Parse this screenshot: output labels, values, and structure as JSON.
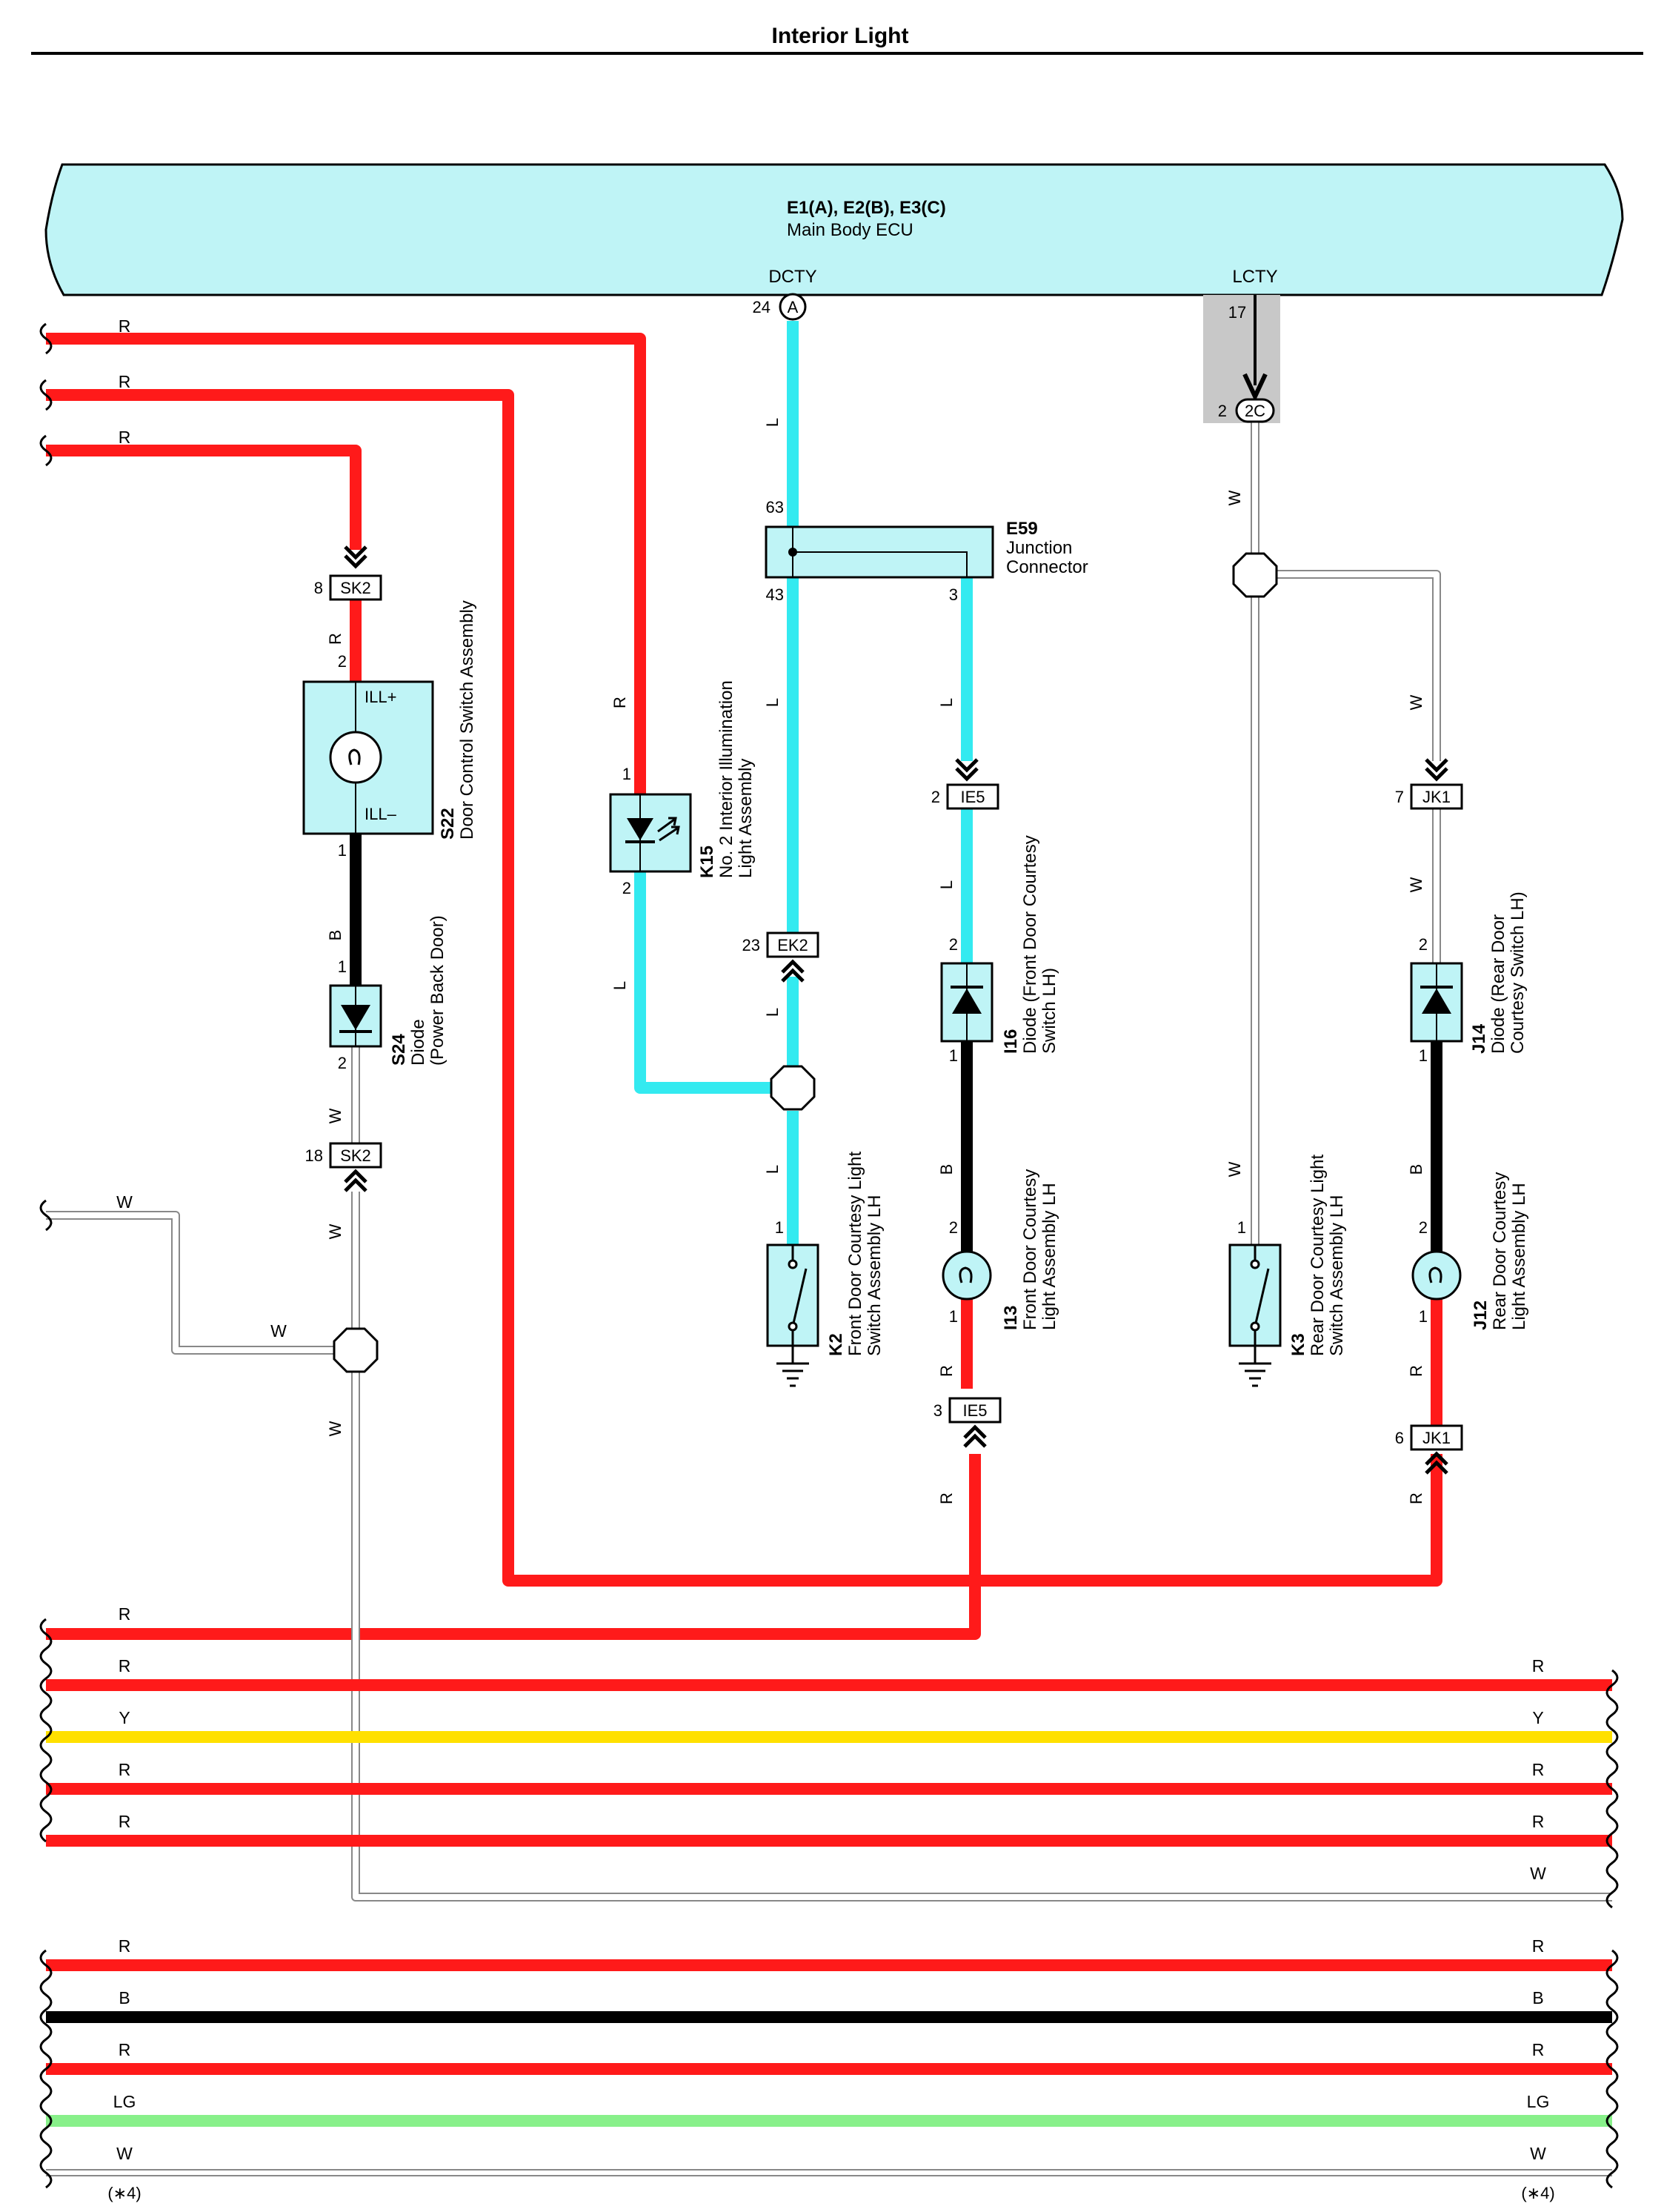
{
  "title": "Interior Light",
  "colors": {
    "red": "#ff1a1a",
    "cyan": "#33eaf0",
    "black": "#000000",
    "white_wire": "#ffffff",
    "yellow": "#ffe000",
    "light_green": "#88f08a",
    "component_fill": "#bff4f6",
    "connector_shade": "#c8c8c8"
  },
  "ecu": {
    "code": "E1(A), E2(B), E3(C)",
    "name": "Main Body ECU",
    "terminal_dcty": "DCTY",
    "terminal_lcty": "LCTY"
  },
  "terminals": {
    "dcty_pin": "24",
    "dcty_conn": "A",
    "lcty_pin": "17",
    "lcty_conn_pin": "2",
    "lcty_conn": "2C"
  },
  "junction": {
    "code": "E59",
    "l1": "Junction",
    "l2": "Connector",
    "pin_in": "63",
    "pin_out1": "43",
    "pin_out2": "3"
  },
  "connectors": {
    "sk2": "SK2",
    "ie5": "IE5",
    "jk1": "JK1",
    "ek2": "EK2",
    "sk2_top_pin": "8",
    "sk2_bot_pin": "18",
    "ie5_top_pin": "2",
    "ie5_bot_pin": "3",
    "jk1_top_pin": "7",
    "jk1_bot_pin": "6",
    "ek2_pin": "23"
  },
  "components": {
    "s22": {
      "code": "S22",
      "name": "Door Control Switch Assembly",
      "ill_plus": "ILL+",
      "ill_minus": "ILL–",
      "pin_top": "2",
      "pin_bot": "1"
    },
    "s24": {
      "code": "S24",
      "l1": "Diode",
      "l2": "(Power Back Door)",
      "pin_top": "1",
      "pin_bot": "2"
    },
    "k15": {
      "code": "K15",
      "l1": "No. 2 Interior Illumination",
      "l2": "Light Assembly",
      "pin_top": "1",
      "pin_bot": "2"
    },
    "i16": {
      "code": "I16",
      "l1": "Diode (Front Door Courtesy",
      "l2": "Switch LH)",
      "pin_top": "2",
      "pin_bot": "1"
    },
    "j14": {
      "code": "J14",
      "l1": "Diode (Rear Door",
      "l2": "Courtesy Switch LH)",
      "pin_top": "2",
      "pin_bot": "1"
    },
    "k2": {
      "code": "K2",
      "l1": "Front Door Courtesy Light",
      "l2": "Switch Assembly LH",
      "pin": "1"
    },
    "i13": {
      "code": "I13",
      "l1": "Front Door Courtesy",
      "l2": "Light Assembly LH",
      "pin_top": "2",
      "pin_bot": "1"
    },
    "k3": {
      "code": "K3",
      "l1": "Rear Door Courtesy Light",
      "l2": "Switch Assembly LH",
      "pin": "1"
    },
    "j12": {
      "code": "J12",
      "l1": "Rear Door Courtesy",
      "l2": "Light Assembly LH",
      "pin_top": "2",
      "pin_bot": "1"
    }
  },
  "wire_colors": {
    "r": "R",
    "l": "L",
    "w": "W",
    "b": "B",
    "y": "Y",
    "lg": "LG"
  },
  "bus_left": [
    "R",
    "R",
    "Y",
    "R",
    "R"
  ],
  "bus_right": [
    "R",
    "Y",
    "R",
    "R",
    "W"
  ],
  "bus2": [
    "R",
    "B",
    "R",
    "LG",
    "W"
  ],
  "footnote": "(∗4)"
}
